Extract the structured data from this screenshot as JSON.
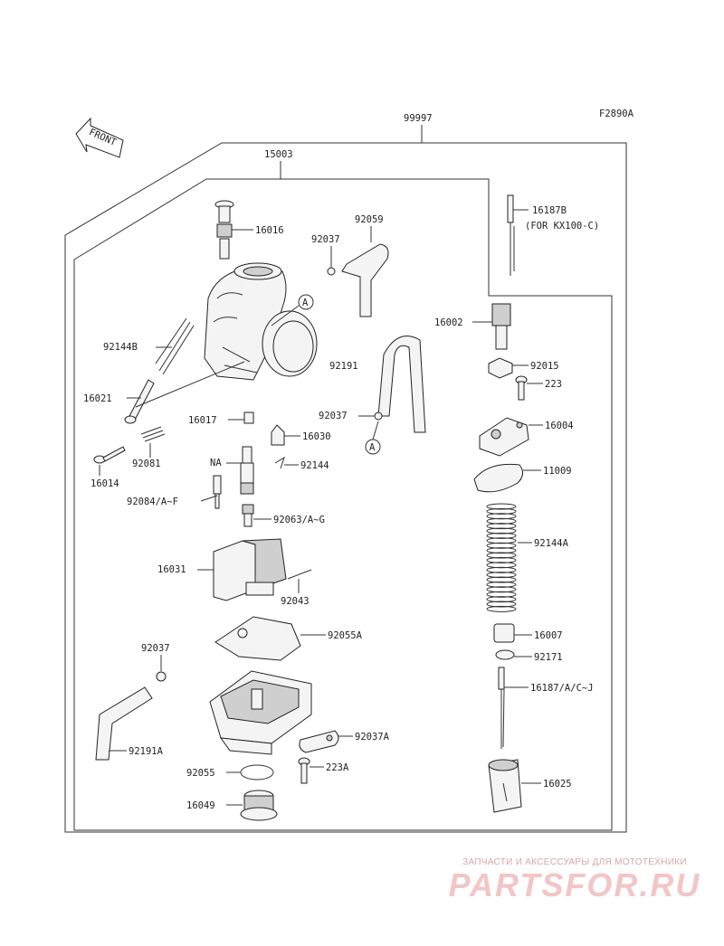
{
  "figure_code": "F2890A",
  "front_label": "FRONT",
  "ref_marker": "A",
  "labels": {
    "assembly": "99997",
    "carburetor": "15003",
    "p16016": "16016",
    "p92037_top": "92037",
    "p92059": "92059",
    "p16187B": "16187B",
    "p16187B_note": "(FOR KX100-C)",
    "p16002": "16002",
    "p92144B": "92144B",
    "p92191": "92191",
    "p92015": "92015",
    "p223": "223",
    "p16021": "16021",
    "p16017": "16017",
    "p92037_mid": "92037",
    "p16030": "16030",
    "p16004": "16004",
    "p92081": "92081",
    "p16014": "16014",
    "pNA": "NA",
    "p92144": "92144",
    "p11009": "11009",
    "p92084": "92084/A~F",
    "p92063": "92063/A~G",
    "p92144A": "92144A",
    "p16031": "16031",
    "p92043": "92043",
    "p16007": "16007",
    "p92055A": "92055A",
    "p92037_bot": "92037",
    "p92171": "92171",
    "p16187": "16187/A/C~J",
    "p92037A": "92037A",
    "p92191A": "92191A",
    "p92055": "92055",
    "p223A": "223A",
    "p16025": "16025",
    "p16049": "16049"
  },
  "watermark": {
    "tagline": "ЗАПЧАСТИ И АКСЕССУАРЫ ДЛЯ МОТОТЕХНИКИ",
    "logo": "PARTSFOR.RU"
  }
}
